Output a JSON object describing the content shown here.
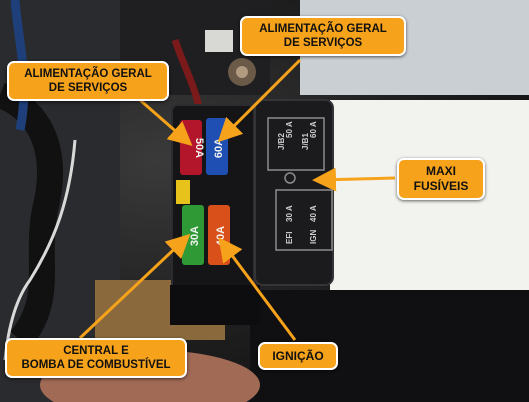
{
  "callouts": {
    "top_left": {
      "line1": "ALIMENTAÇÃO GERAL",
      "line2": "DE SERVIÇOS"
    },
    "top_center": {
      "line1": "ALIMENTAÇÃO GERAL",
      "line2": "DE SERVIÇOS"
    },
    "maxi": {
      "line1": "MAXI",
      "line2": "FUSÍVEIS"
    },
    "bottom_left": {
      "line1": "CENTRAL E",
      "line2": "BOMBA DE COMBUSTÍVEL"
    },
    "ignition": {
      "line1": "IGNIÇÃO"
    }
  },
  "fuses": {
    "red_50": "50A",
    "blue_60": "60A",
    "green_30": "30A",
    "orange_40": "40A"
  },
  "maxi_fuse_box": {
    "j_b2": "J/B2",
    "j_b1": "J/B1",
    "val_50": "50 A",
    "val_60": "60 A",
    "efi": "EFI",
    "ign": "IGN",
    "val_30": "30 A",
    "val_40": "40 A"
  },
  "colors": {
    "callout_bg": "#f6a21a",
    "callout_border": "#ffffff",
    "arrow": "#f6a21a",
    "fuse_red": "#b3152b",
    "fuse_blue": "#1f4fb3",
    "fuse_green": "#2f9a35",
    "fuse_orange": "#d9501a"
  }
}
